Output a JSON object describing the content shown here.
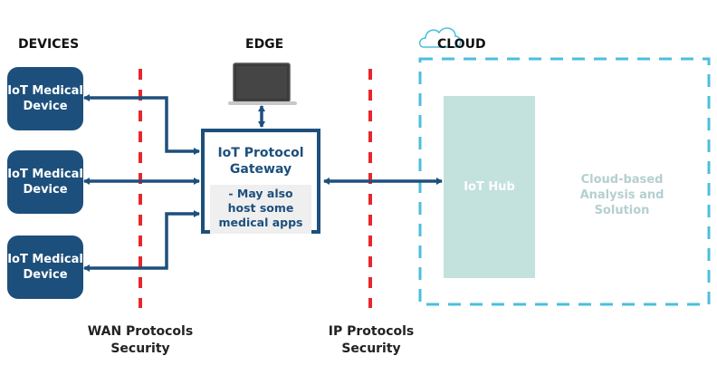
{
  "headings": {
    "devices": "DEVICES",
    "edge": "EDGE",
    "cloud": "CLOUD"
  },
  "devices": [
    {
      "label_line1": "IoT Medical",
      "label_line2": "Device"
    },
    {
      "label_line1": "IoT Medical",
      "label_line2": "Device"
    },
    {
      "label_line1": "IoT Medical",
      "label_line2": "Device"
    }
  ],
  "gateway": {
    "title_line1": "IoT Protocol",
    "title_line2": "Gateway",
    "note_line1": "- May also",
    "note_line2": "host some",
    "note_line3": "medical apps"
  },
  "cloud": {
    "hub_label": "IoT Hub",
    "analysis_line1": "Cloud-based",
    "analysis_line2": "Analysis and Solution"
  },
  "boundaries": [
    {
      "line1": "WAN Protocols",
      "line2": "Security"
    },
    {
      "line1": "IP Protocols",
      "line2": "Security"
    }
  ],
  "colors": {
    "primary": "#1d4f7c",
    "boundary": "#e8262b",
    "cloud_border": "#4bbfdc",
    "hub_fill": "#c3e1dd"
  }
}
